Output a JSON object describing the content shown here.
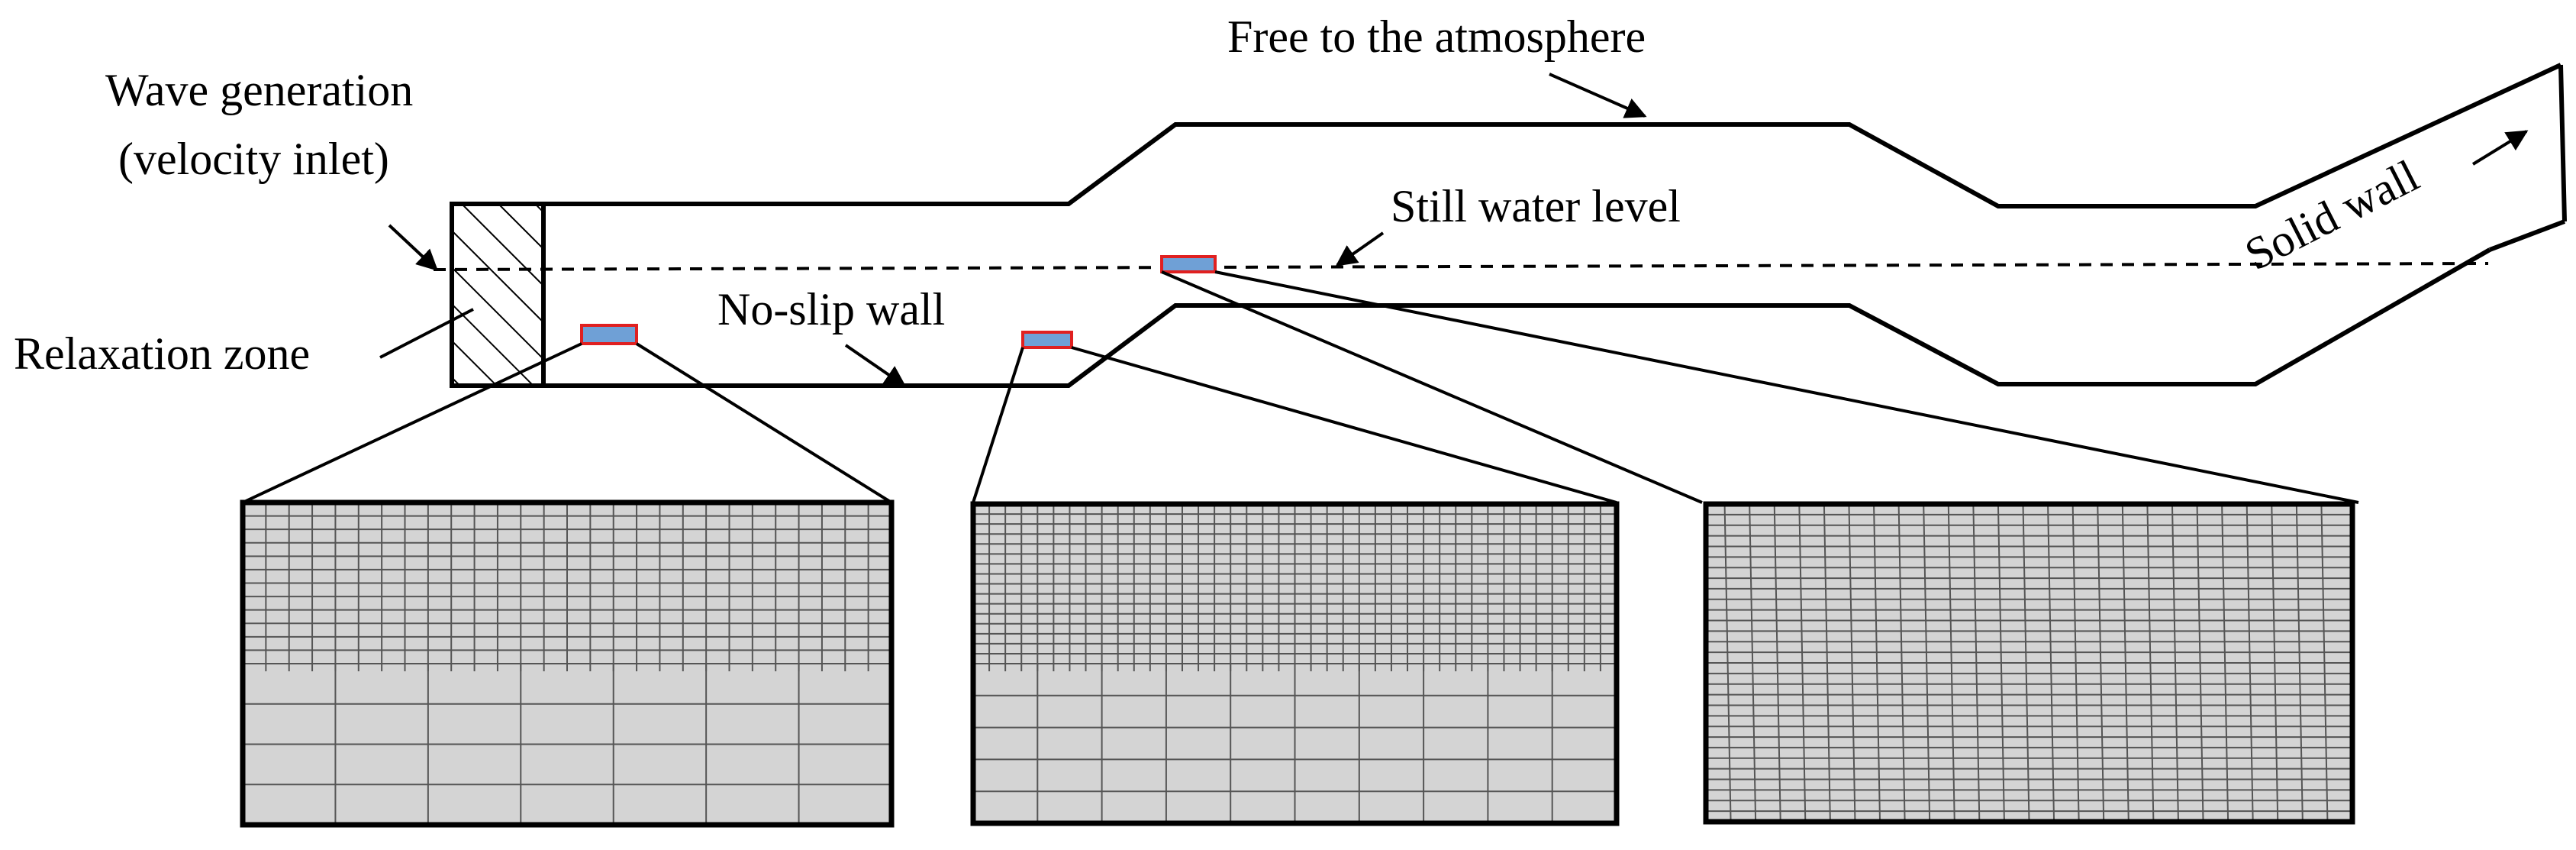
{
  "labels": {
    "wave_generation_line1": "Wave generation",
    "wave_generation_line2": "(velocity inlet)",
    "relaxation_zone": "Relaxation zone",
    "free_to_atmosphere": "Free to the atmosphere",
    "still_water_level": "Still water level",
    "no_slip_wall": "No-slip wall",
    "solid_wall": "Solid wall"
  },
  "colors": {
    "line": "#000000",
    "mesh_fill": "#d4d4d4",
    "mesh_line": "#555555",
    "marker_fill": "#6fa0d6",
    "marker_stroke": "#e02020"
  }
}
